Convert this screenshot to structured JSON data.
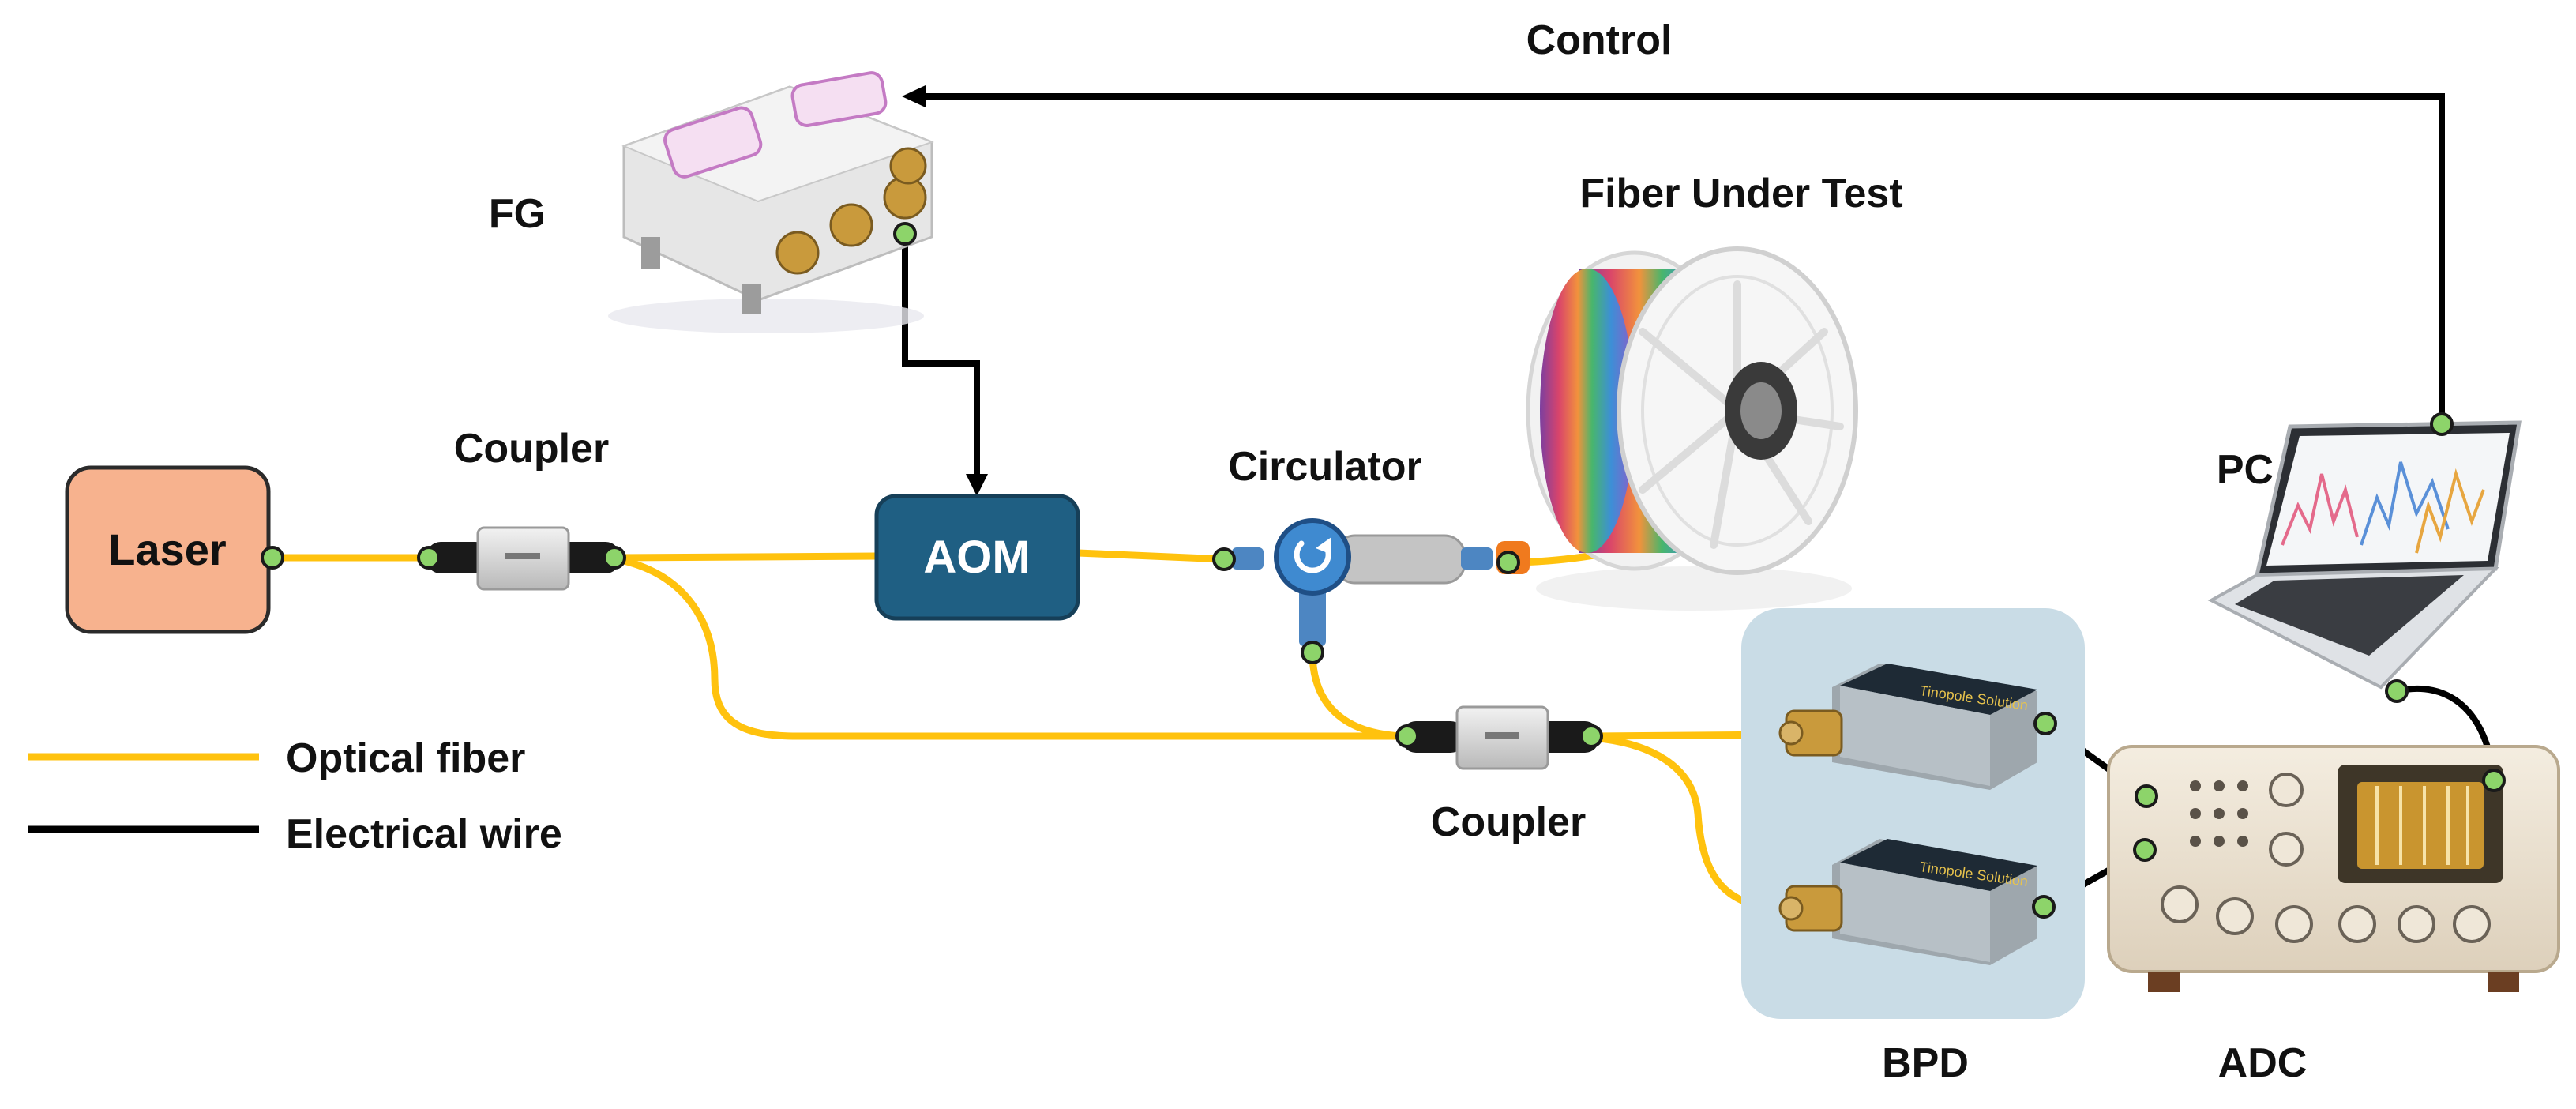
{
  "labels": {
    "control": "Control",
    "fg": "FG",
    "fiber_under_test": "Fiber Under Test",
    "coupler_1": "Coupler",
    "laser": "Laser",
    "aom": "AOM",
    "circulator": "Circulator",
    "pc": "PC",
    "coupler_2": "Coupler",
    "bpd": "BPD",
    "adc": "ADC",
    "bpd_brand_top": "Tinopole Solution",
    "bpd_brand_bottom": "Tinopole Solution"
  },
  "legend": {
    "optical": "Optical fiber",
    "electrical": "Electrical wire"
  },
  "colors": {
    "optical_fiber": "#FFC20E",
    "electrical_wire": "#000000",
    "connector_node": "#8DD46A",
    "laser_fill": "#F7B28E",
    "aom_fill": "#1F5F83",
    "bpd_panel": "#C9DCE6"
  }
}
